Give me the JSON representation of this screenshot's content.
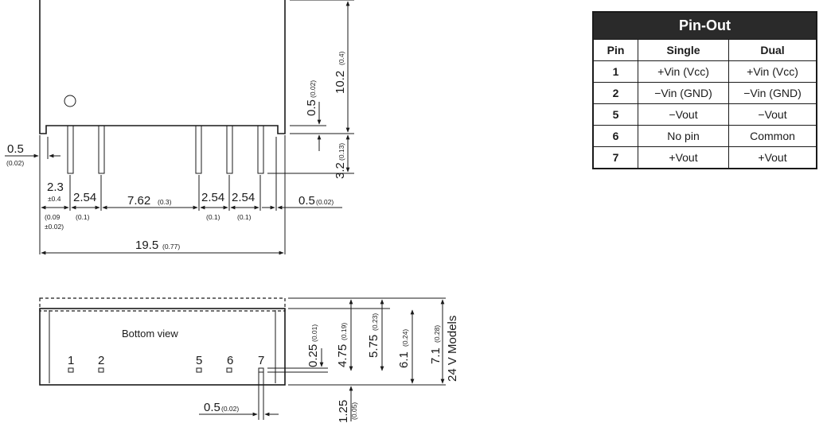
{
  "pinout": {
    "title": "Pin-Out",
    "headers": [
      "Pin",
      "Single",
      "Dual"
    ],
    "rows": [
      {
        "pin": "1",
        "single": "+Vin (Vcc)",
        "dual": "+Vin (Vcc)"
      },
      {
        "pin": "2",
        "single": "−Vin (GND)",
        "dual": "−Vin (GND)"
      },
      {
        "pin": "5",
        "single": "−Vout",
        "dual": "−Vout"
      },
      {
        "pin": "6",
        "single": "No pin",
        "dual": "Common"
      },
      {
        "pin": "7",
        "single": "+Vout",
        "dual": "+Vout"
      }
    ]
  },
  "side_view": {
    "dim_height_total": "10.2",
    "dim_height_total_in": "(0.4)",
    "dim_standoff": "0.5",
    "dim_standoff_in": "(0.02)",
    "dim_pin_length": "3.2",
    "dim_pin_length_in": "(0.13)",
    "dim_left_edge": "0.5",
    "dim_left_edge_in": "(0.02)",
    "dim_first_pin": "2.3",
    "dim_first_pin_tol": "±0.4",
    "dim_first_pin_in": "(0.09",
    "dim_first_pin_in_tol": "±0.02)",
    "dim_pitch_a": "2.54",
    "dim_pitch_a_in": "(0.1)",
    "dim_gap": "7.62",
    "dim_gap_in": "(0.3)",
    "dim_pitch_b": "2.54",
    "dim_pitch_b_in": "(0.1)",
    "dim_pitch_c": "2.54",
    "dim_pitch_c_in": "(0.1)",
    "dim_right_edge": "0.5",
    "dim_right_edge_in": "(0.02)",
    "dim_length": "19.5",
    "dim_length_in": "(0.77)"
  },
  "bottom_view": {
    "label": "Bottom view",
    "pins": [
      "1",
      "2",
      "5",
      "6",
      "7"
    ],
    "dim_pin_width": "0.5",
    "dim_pin_width_in": "(0.02)",
    "dim_a": "0.25",
    "dim_a_in": "(0.01)",
    "dim_b": "4.75",
    "dim_b_in": "(0.19)",
    "dim_c": "5.75",
    "dim_c_in": "(0.23)",
    "dim_d": "6.1",
    "dim_d_in": "(0.24)",
    "dim_e": "7.1",
    "dim_e_in": "(0.28)",
    "dim_e_note": "24 V Models",
    "dim_f": "1.25",
    "dim_f_in": "(0.05)"
  }
}
